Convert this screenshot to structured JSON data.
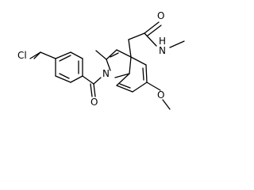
{
  "molecule": {
    "atom_labels": {
      "chlorine": "Cl",
      "ketone_oxygen": "O",
      "indole_nitrogen": "N",
      "amide_oxygen": "O",
      "amide_nitrogen": "N",
      "amide_hydrogen": "H",
      "methoxy_oxygen": "O"
    }
  }
}
